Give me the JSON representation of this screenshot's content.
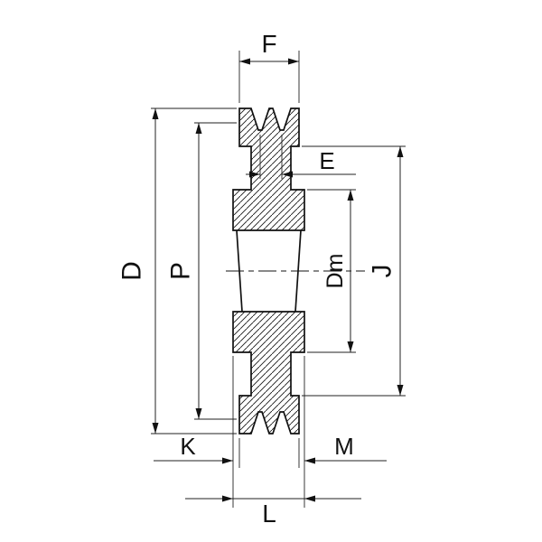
{
  "drawing": {
    "kind": "pulley-cross-section-dimension-drawing",
    "labels": {
      "F": "F",
      "E": "E",
      "D": "D",
      "P": "P",
      "Dm": "Dm",
      "J": "J",
      "K": "K",
      "M": "M",
      "L": "L"
    },
    "colors": {
      "background": "#ffffff",
      "outline": "#111111",
      "dimension_lines": "#222222",
      "text": "#111111"
    }
  }
}
